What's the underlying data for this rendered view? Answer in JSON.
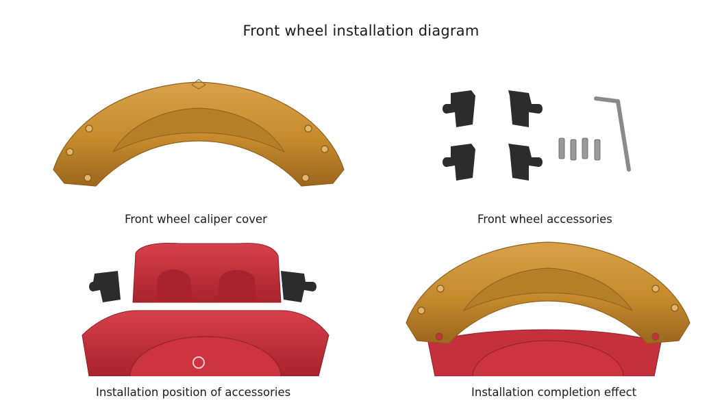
{
  "title": "Front wheel installation diagram",
  "panels": [
    {
      "caption": "Front wheel caliper cover"
    },
    {
      "caption": "Front wheel accessories"
    },
    {
      "caption": "Installation position of accessories"
    },
    {
      "caption": "Installation completion effect"
    }
  ],
  "colors": {
    "gold": "#c58a2c",
    "gold_dark": "#8f5f1a",
    "red": "#c4303b",
    "red_dark": "#8e1f28",
    "bracket": "#2c2c2c",
    "bolt": "#9a9a9a"
  }
}
